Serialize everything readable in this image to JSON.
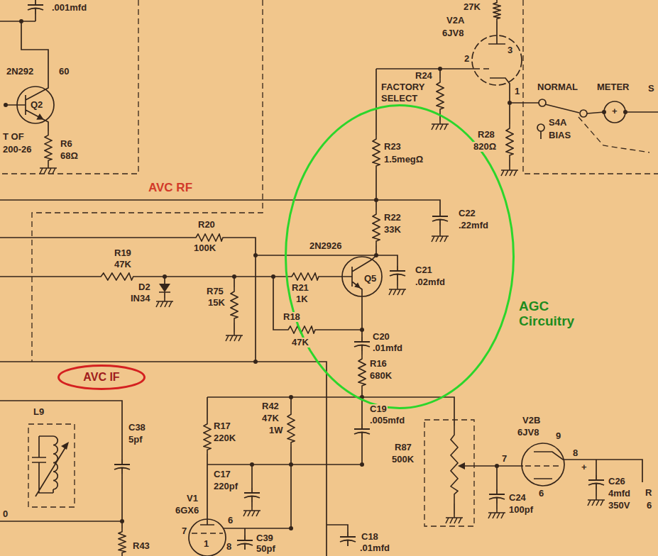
{
  "diagram": {
    "nodes": [
      {
        "text": [
          "AGC Circuitry"
        ]
      },
      {
        "text": [
          "AVC IF"
        ]
      }
    ],
    "labels": [
      ".001mfd",
      "2N292",
      "60",
      "Q2",
      "T OF",
      "200-26",
      "R6",
      "68Ω",
      "27K",
      "V2A",
      "6JV8",
      "2",
      "3",
      "1",
      "R24",
      "FACTORY",
      "SELECT",
      "NORMAL",
      "METER",
      "+",
      "S4A",
      "BIAS",
      "R28",
      "820Ω",
      "S",
      "AVC RF",
      "R20",
      "100K",
      "R19",
      "47K",
      "D2",
      "IN34",
      "R75",
      "15K",
      "2N2926",
      "R21",
      "1K",
      "R18",
      "47K",
      "R23",
      "1.5megΩ",
      "R22",
      "33K",
      "C22",
      ".22mfd",
      "Q5",
      "C21",
      ".02mfd",
      "C20",
      ".01mfd",
      "R16",
      "680K",
      "C19",
      ".005mfd",
      "L9",
      "C38",
      "5pf",
      "R17",
      "220K",
      "R42",
      "47K",
      "1W",
      "C17",
      "220pf",
      "V1",
      "6GX6",
      "7",
      "6",
      "1",
      "8",
      "C39",
      "50pf",
      "C18",
      ".01mfd",
      "R43",
      "0",
      "V2B",
      "6JV8",
      "9",
      "8",
      "7",
      "6",
      "R87",
      "500K",
      "C24",
      "100pf",
      "C26",
      "4mfd",
      "350V",
      "+",
      "R",
      "6"
    ]
  }
}
